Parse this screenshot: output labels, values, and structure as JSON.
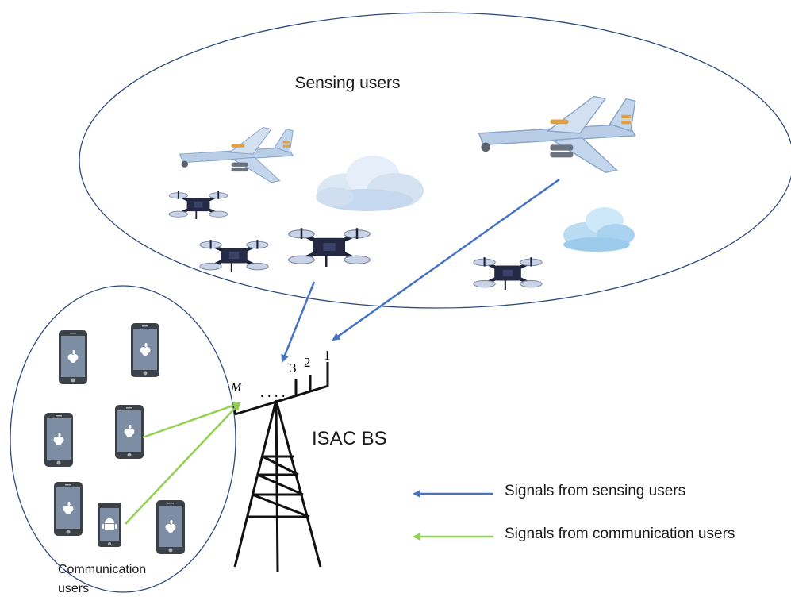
{
  "labels": {
    "sensing_users": "Sensing users",
    "communication_line1": "Communication",
    "communication_line2": "users",
    "base_station": "ISAC BS"
  },
  "antenna_labels": {
    "first": "1",
    "second": "2",
    "third": "3",
    "last": "M"
  },
  "legend": [
    {
      "label": "Signals from sensing users",
      "color": "#4472c4"
    },
    {
      "label": "Signals from communication users",
      "color": "#92d050"
    }
  ],
  "colors": {
    "sensing_arrow": "#4472c4",
    "communication_arrow": "#92d050",
    "outline": "#2f4a7c"
  },
  "icons": [
    "fixed-wing-drone-icon",
    "quadcopter-icon",
    "cloud-icon",
    "smartphone-icon",
    "android-phone-icon",
    "tower-icon"
  ]
}
